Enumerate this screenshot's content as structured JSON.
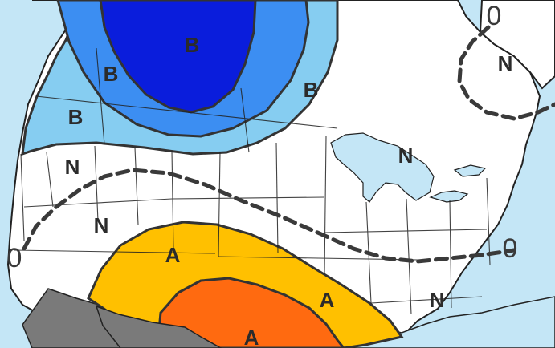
{
  "colors": {
    "water": "#c4e6f6",
    "land": "#ffffff",
    "boundary": "#3a3a3a",
    "dark_blue": "#0a1ddc",
    "medium_blue": "#3c8ef2",
    "light_blue": "#86cdf1",
    "yellow": "#ffc000",
    "orange": "#ff6a10",
    "gray": "#7a7a7a",
    "dashed_line": "#3a3a3a"
  },
  "labels": {
    "below_core": "B",
    "below_west": "B",
    "below_nw": "B",
    "below_east": "B",
    "normal_west": "N",
    "normal_sw": "N",
    "normal_lakes": "N",
    "normal_se": "N",
    "normal_ne_ocean": "N",
    "above_sw": "A",
    "above_core": "A",
    "above_se": "A",
    "zero_top": "0",
    "zero_west": "0",
    "zero_east": "0"
  }
}
